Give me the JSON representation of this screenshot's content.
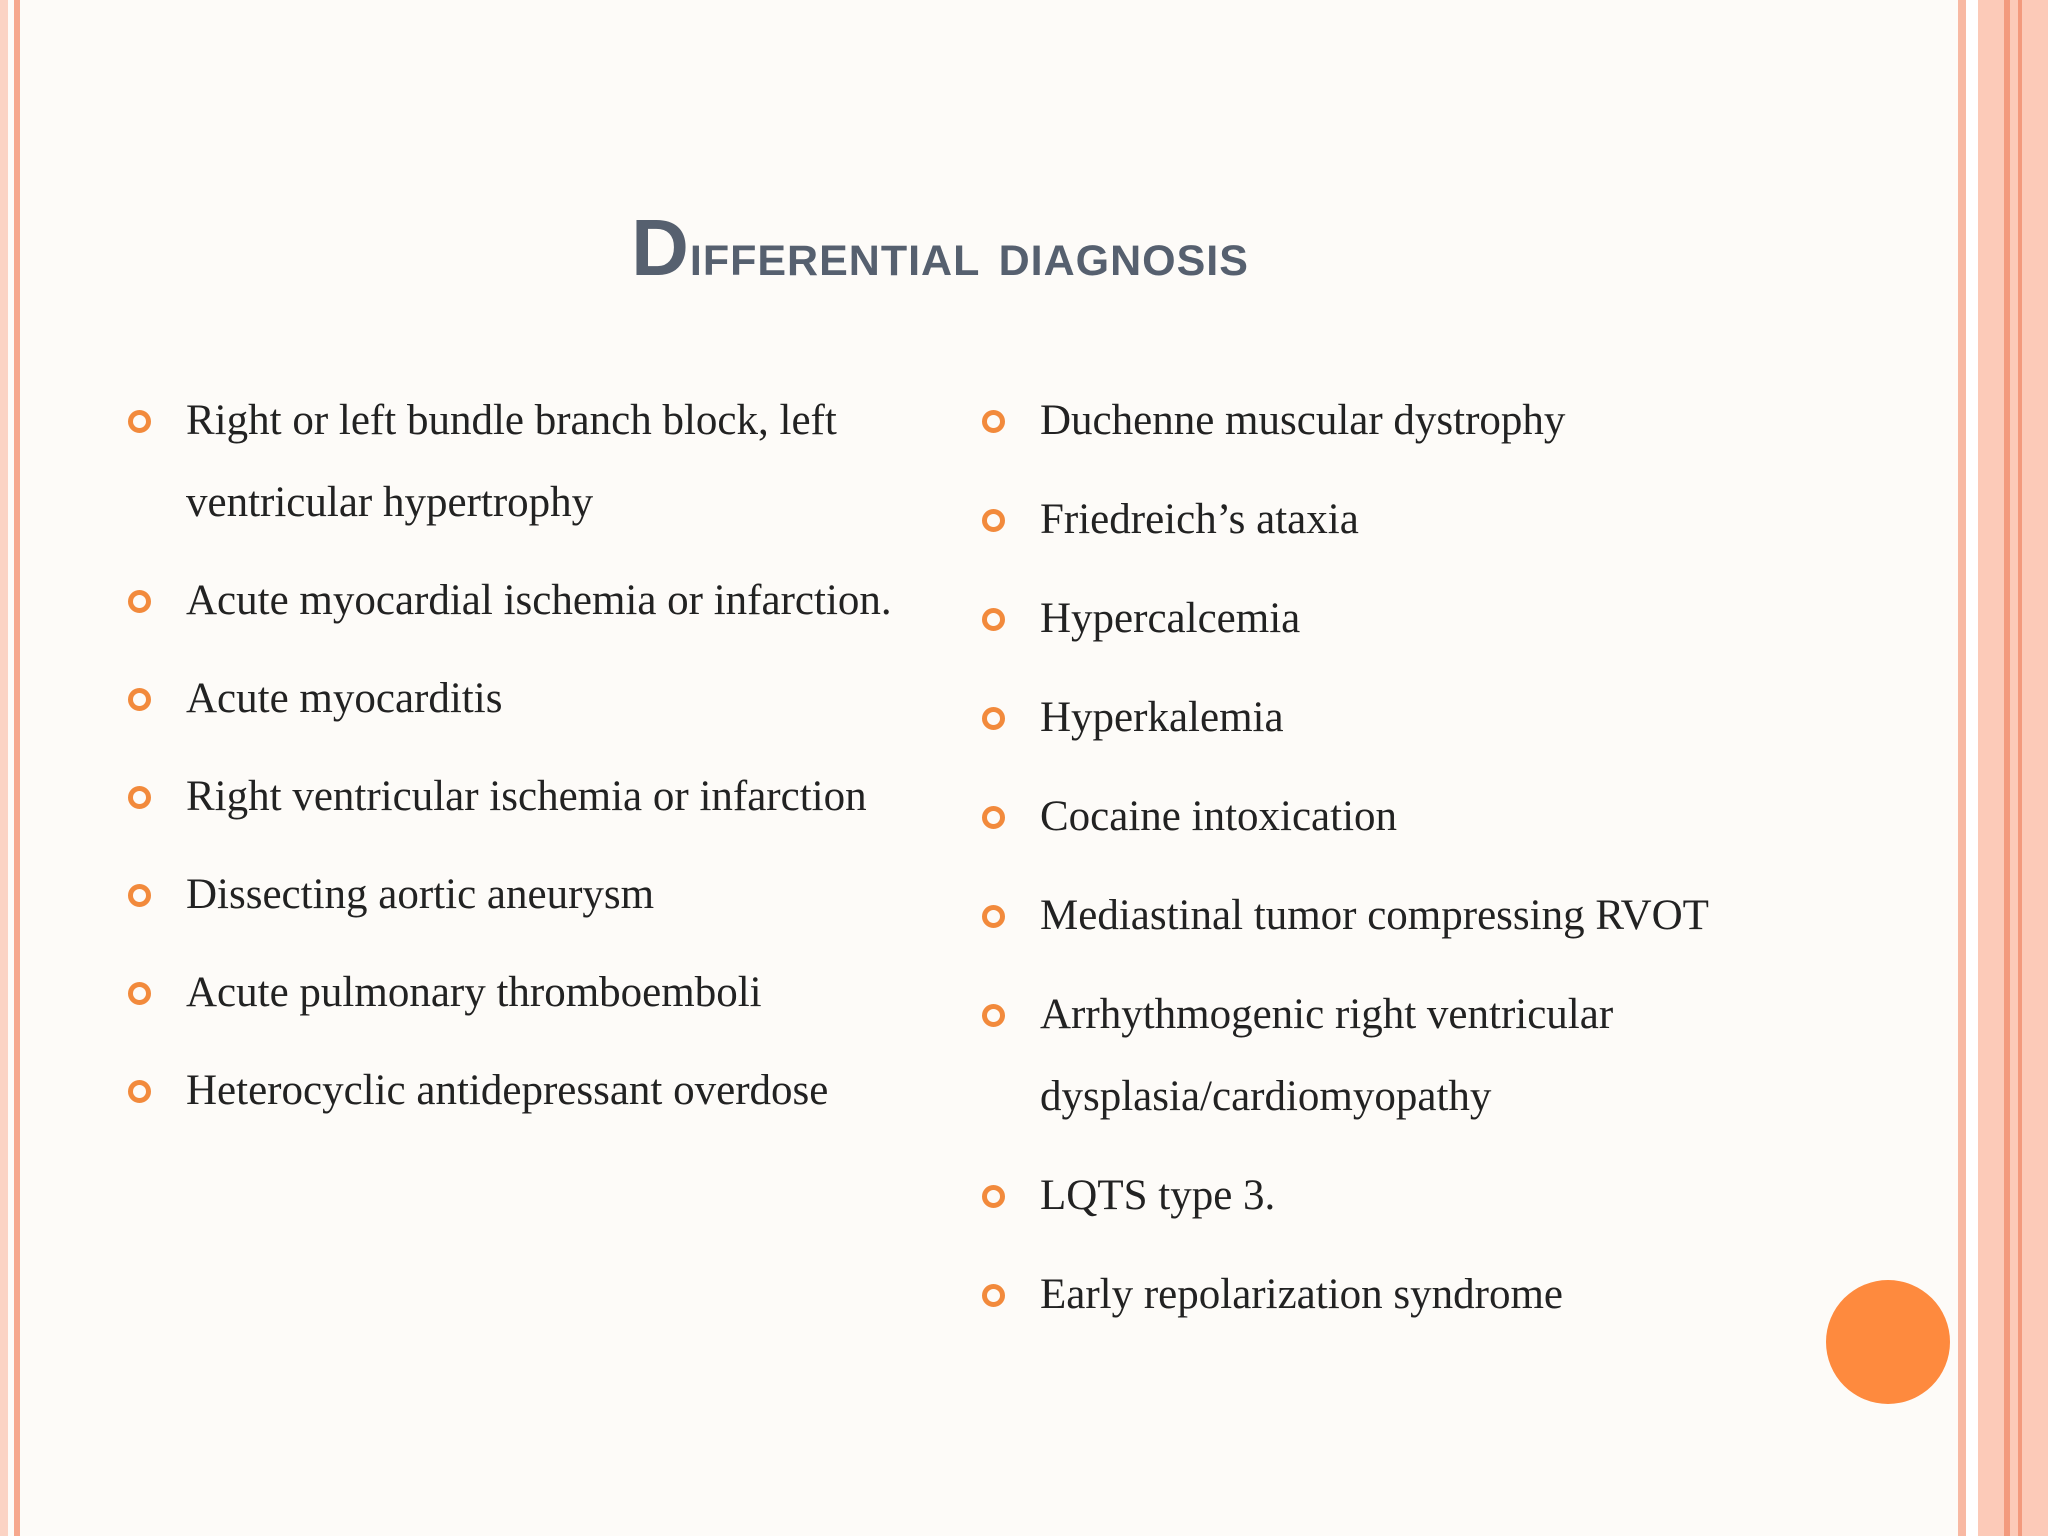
{
  "slide": {
    "title_first": "D",
    "title_rest": "ifferential diagnosis",
    "colors": {
      "title": "#56606f",
      "bullet": "#f28a3c",
      "accent_circle": "#fe8a3e",
      "border_pink": "#fccab8",
      "border_salmon": "#f39a7d"
    },
    "left_items": [
      "Right or left bundle branch block, left ventricular hypertrophy",
      "Acute myocardial ischemia or infarction.",
      "Acute myocarditis",
      "Right ventricular ischemia or infarction",
      "Dissecting aortic aneurysm",
      "Acute pulmonary thromboemboli",
      "Heterocyclic antidepressant overdose"
    ],
    "right_items": [
      "Duchenne muscular dystrophy",
      "Friedreich’s ataxia",
      "Hypercalcemia",
      "Hyperkalemia",
      "Cocaine intoxication",
      "Mediastinal tumor compressing RVOT",
      "Arrhythmogenic right ventricular dysplasia/cardiomyopathy",
      "LQTS type 3.",
      "Early repolarization syndrome"
    ]
  }
}
